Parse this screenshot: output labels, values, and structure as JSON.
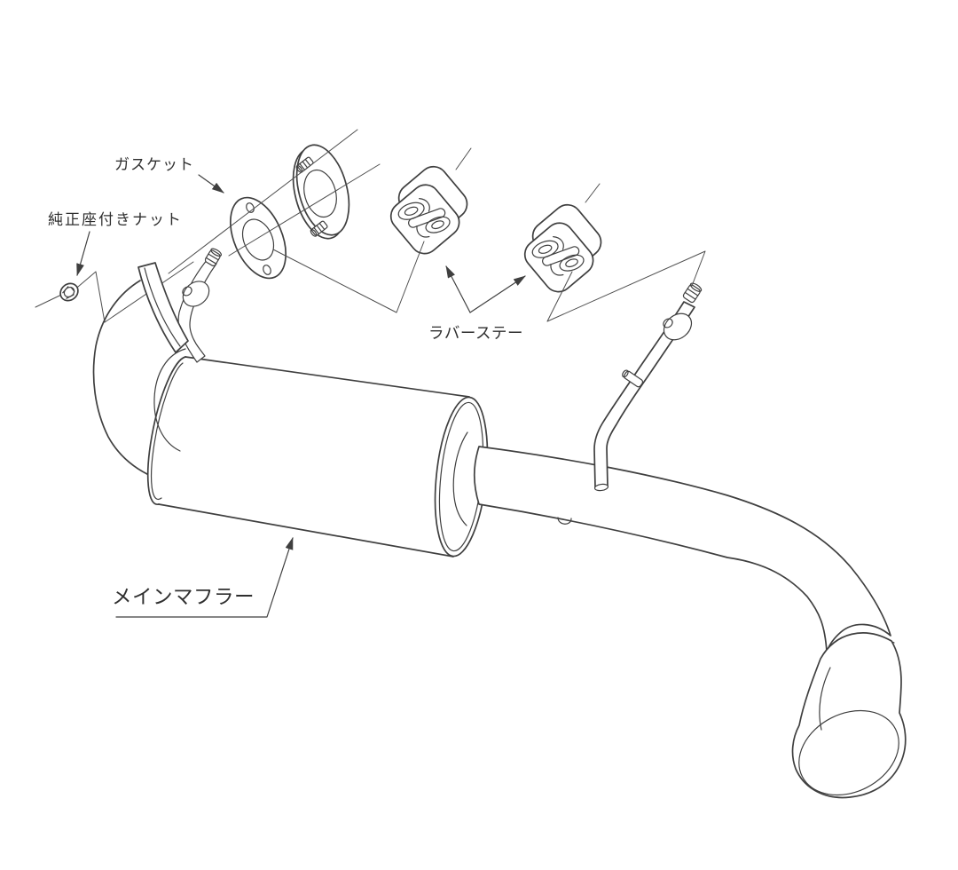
{
  "page": {
    "background": "#ffffff",
    "line_color": "#3f3f3f",
    "text_color": "#2f2f2f",
    "type": "exploded parts installation diagram (exhaust rear muffler)"
  },
  "labels": {
    "gasket": "ガスケット",
    "oem_flanged_nut": "純正座付きナット",
    "rubber_stay": "ラバーステー",
    "main_muffler": "メインマフラー"
  }
}
